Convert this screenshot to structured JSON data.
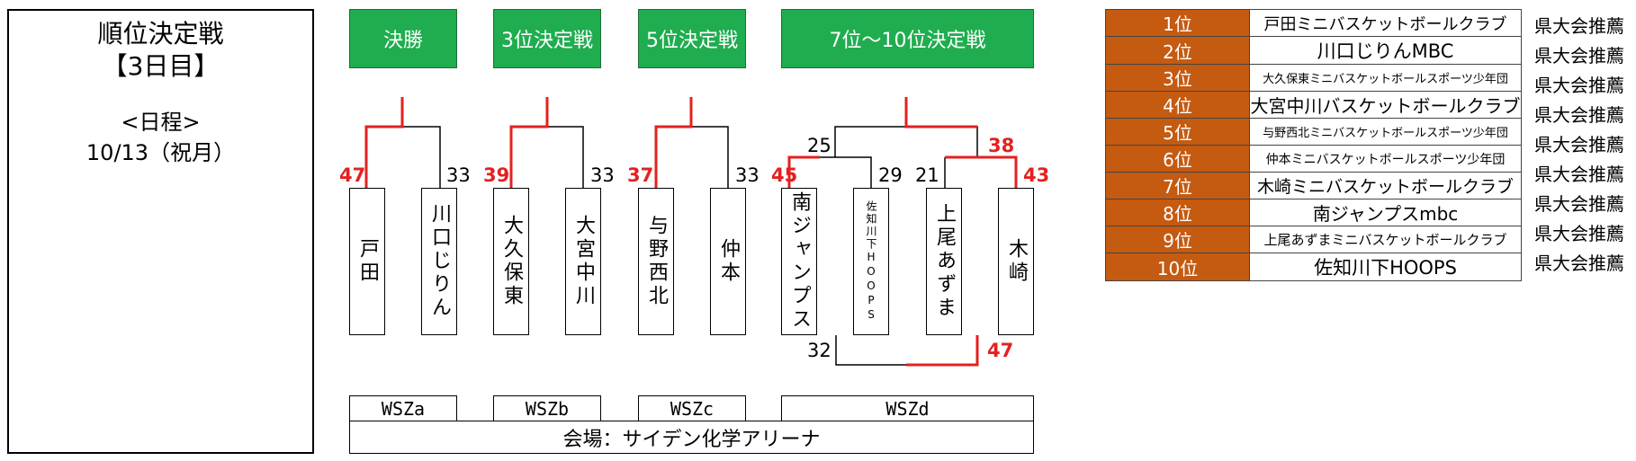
{
  "info": {
    "title": "順位決定戦",
    "day": "【3日目】",
    "schedule_label": "<日程>",
    "date": "10/13（祝月）"
  },
  "headers": {
    "final": "決勝",
    "third": "3位決定戦",
    "fifth": "5位決定戦",
    "seventh": "7位～10位決定戦"
  },
  "matches": {
    "final": {
      "left_team": "戸田",
      "right_team": "川口じりん",
      "left_score": "47",
      "right_score": "33"
    },
    "third": {
      "left_team": "大久保東",
      "right_team": "大宮中川",
      "left_score": "39",
      "right_score": "33"
    },
    "fifth": {
      "left_team": "与野西北",
      "right_team": "仲本",
      "left_score": "37",
      "right_score": "33"
    },
    "seventh": {
      "team1": "南ジャンプス",
      "team2": "佐知川下HOOPS",
      "team3": "上尾あずま",
      "team4": "木崎",
      "s1": "45",
      "s2": "29",
      "s3": "21",
      "s4": "43",
      "semi_left": "25",
      "semi_right": "38",
      "lower_left": "32",
      "lower_right": "47"
    }
  },
  "venues": {
    "a": "WSZa",
    "b": "WSZb",
    "c": "WSZc",
    "d": "WSZd"
  },
  "venue_name": "会場：サイデン化学アリーナ",
  "colors": {
    "header_green": "#1fad4f",
    "rank_orange": "#c55a11",
    "winner_red": "#e3211f"
  },
  "rankings": [
    {
      "place": "1位",
      "team": "戸田ミニバスケットボールクラブ",
      "note": "県大会推薦"
    },
    {
      "place": "2位",
      "team": "川口じりんMBC",
      "note": "県大会推薦"
    },
    {
      "place": "3位",
      "team": "大久保東ミニバスケットボールスポーツ少年団",
      "note": "県大会推薦"
    },
    {
      "place": "4位",
      "team": "大宮中川バスケットボールクラブ",
      "note": "県大会推薦"
    },
    {
      "place": "5位",
      "team": "与野西北ミニバスケットボールスポーツ少年団",
      "note": "県大会推薦"
    },
    {
      "place": "6位",
      "team": "仲本ミニバスケットボールスポーツ少年団",
      "note": "県大会推薦"
    },
    {
      "place": "7位",
      "team": "木崎ミニバスケットボールクラブ",
      "note": "県大会推薦"
    },
    {
      "place": "8位",
      "team": "南ジャンプスmbc",
      "note": "県大会推薦"
    },
    {
      "place": "9位",
      "team": "上尾あずまミニバスケットボールクラブ",
      "note": "県大会推薦"
    },
    {
      "place": "10位",
      "team": "佐知川下HOOPS",
      "note": ""
    }
  ]
}
